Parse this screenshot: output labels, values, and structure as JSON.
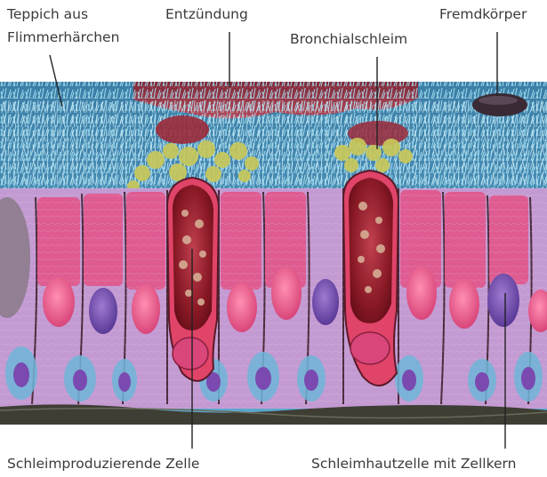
{
  "labels": {
    "cilia_line1": "Teppich aus",
    "cilia_line2": "Flimmerhärchen",
    "inflammation": "Entzündung",
    "mucus": "Bronchialschleim",
    "foreign_body": "Fremdkörper",
    "goblet_cell": "Schleimproduzierende Zelle",
    "epithelial_cell": "Schleimhautzelle mit Zellkern"
  },
  "colors": {
    "cilia": "#8fd3ea",
    "inflammation": "#9b3a4a",
    "mucus": "#c8c85a",
    "cell_pink": "#d9467a",
    "cell_purple": "#b88bc8",
    "cell_blue": "#6fb6d8",
    "goblet_interior": "#8a1a26",
    "foreign_body": "#3a2a35",
    "basement": "#4a4a40"
  }
}
